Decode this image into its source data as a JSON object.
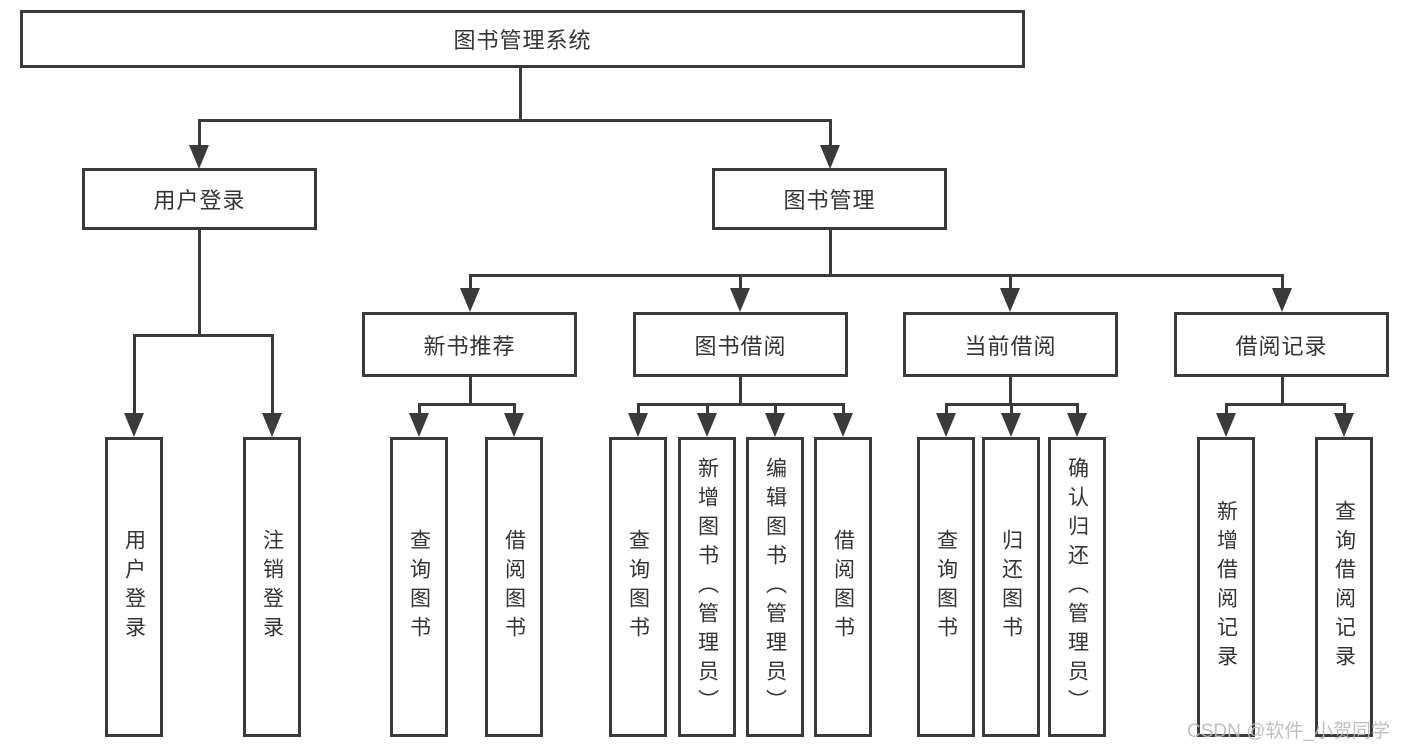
{
  "diagram_type": "hierarchy-tree",
  "colors": {
    "line": "#3a3a3a",
    "text": "#333333",
    "box_bg": "#ffffff",
    "page_bg": "#ffffff",
    "watermark": "#b9b9b9"
  },
  "watermark": {
    "text": "CSDN @软件_小贺同学"
  },
  "tree": {
    "label": "图书管理系统",
    "children": [
      {
        "label": "用户登录",
        "children": [
          {
            "label": "用户登录"
          },
          {
            "label": "注销登录"
          }
        ]
      },
      {
        "label": "图书管理",
        "children": [
          {
            "label": "新书推荐",
            "children": [
              {
                "label": "查询图书"
              },
              {
                "label": "借阅图书"
              }
            ]
          },
          {
            "label": "图书借阅",
            "children": [
              {
                "label": "查询图书"
              },
              {
                "label": "新增图书（管理员）"
              },
              {
                "label": "编辑图书（管理员）"
              },
              {
                "label": "借阅图书"
              }
            ]
          },
          {
            "label": "当前借阅",
            "children": [
              {
                "label": "查询图书"
              },
              {
                "label": "归还图书"
              },
              {
                "label": "确认归还（管理员）"
              }
            ]
          },
          {
            "label": "借阅记录",
            "children": [
              {
                "label": "新增借阅记录"
              },
              {
                "label": "查询借阅记录"
              }
            ]
          }
        ]
      }
    ]
  }
}
